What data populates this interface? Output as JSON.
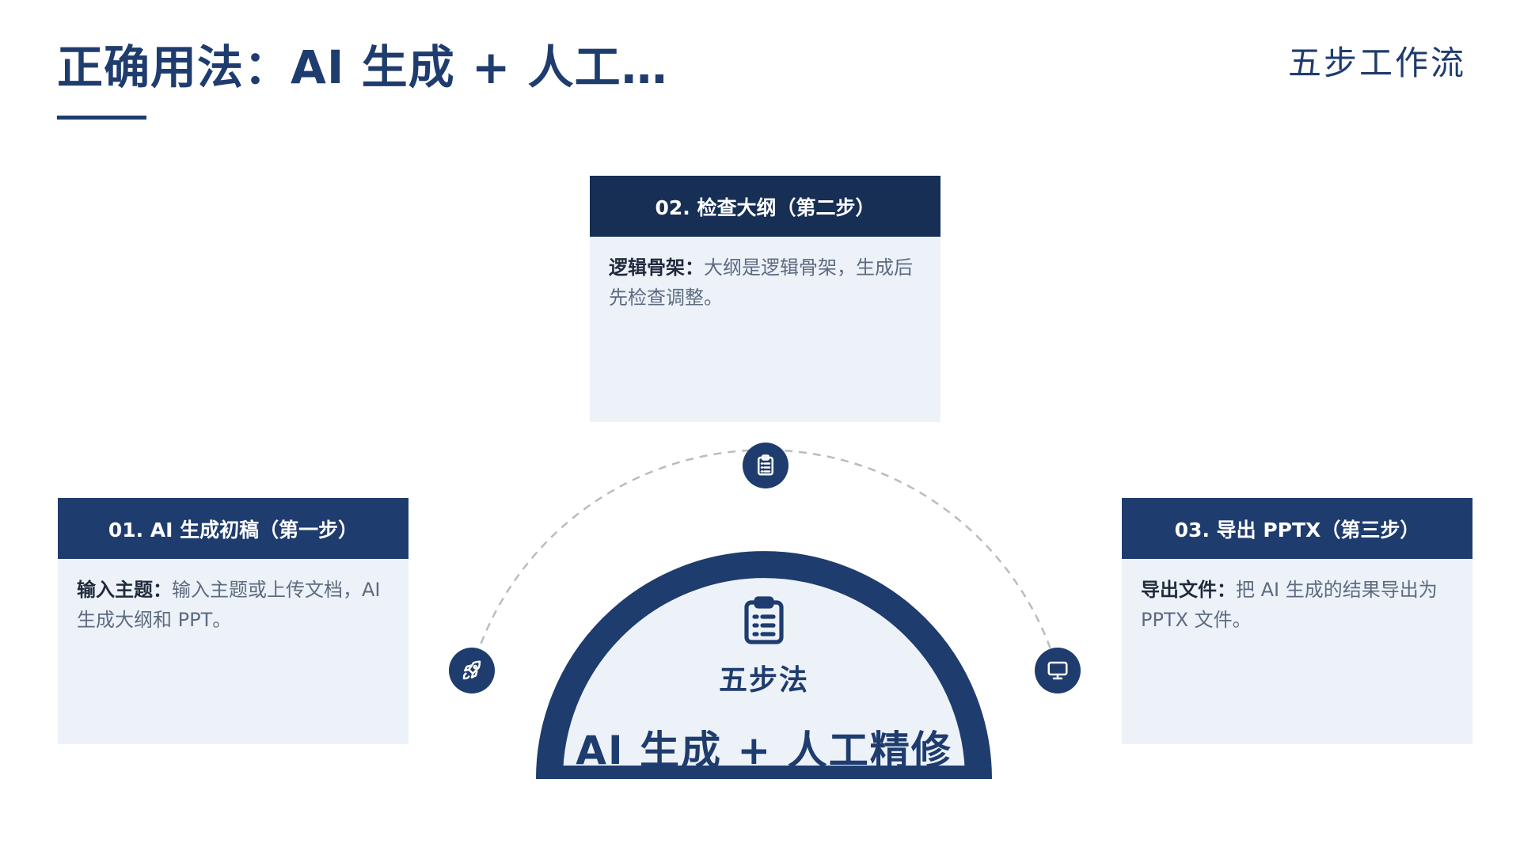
{
  "header": {
    "title": "正确用法：AI 生成 + 人工…",
    "subtitle": "五步工作流"
  },
  "steps": [
    {
      "heading": "01. AI 生成初稿（第一步）",
      "lead": "输入主题：",
      "text": "输入主题或上传文档，AI 生成大纲和 PPT。",
      "icon": "rocket-icon"
    },
    {
      "heading": "02. 检查大纲（第二步）",
      "lead": "逻辑骨架：",
      "text": "大纲是逻辑骨架，生成后先检查调整。",
      "icon": "clipboard-list-icon"
    },
    {
      "heading": "03. 导出 PPTX（第三步）",
      "lead": "导出文件：",
      "text": "把 AI 生成的结果导出为 PPTX 文件。",
      "icon": "monitor-icon"
    }
  ],
  "center": {
    "label": "五步法",
    "title": "AI 生成 + 人工精修",
    "icon": "clipboard-list-icon"
  },
  "colors": {
    "primary": "#1f3c6e",
    "dark_header": "#172e55",
    "card_bg": "#edf2f9",
    "body_text": "#5d6b80",
    "dashed_arc": "#b8bcc4"
  }
}
